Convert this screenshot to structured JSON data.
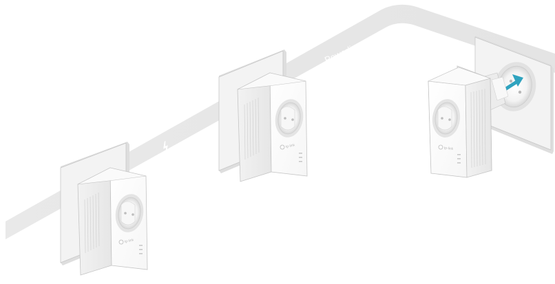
{
  "diagram": {
    "band_label": "Powerline",
    "brand_logo_text": "tp-link",
    "colors": {
      "band": "#e8e8e8",
      "band_text": "#ffffff",
      "lightning": "#ffffff",
      "plate_face": "#f4f4f4",
      "plate_side": "#e0e0e0",
      "plate_edge": "#bdbdbd",
      "adapter_face": "#ffffff",
      "adapter_side": "#f0f0f0",
      "adapter_outline": "#c4c4c4",
      "socket_ring": "#e6e6e6",
      "arrow": "#2fa3bf",
      "led": "#c9c9c9"
    },
    "adapters": [
      {
        "name": "adapter-left",
        "state": "plugged-in"
      },
      {
        "name": "adapter-middle",
        "state": "plugged-in"
      },
      {
        "name": "adapter-right",
        "state": "being-plugged-in",
        "action": "plug-in-arrow"
      }
    ],
    "icons": [
      "lightning-icon",
      "plug-in-arrow-icon"
    ]
  }
}
